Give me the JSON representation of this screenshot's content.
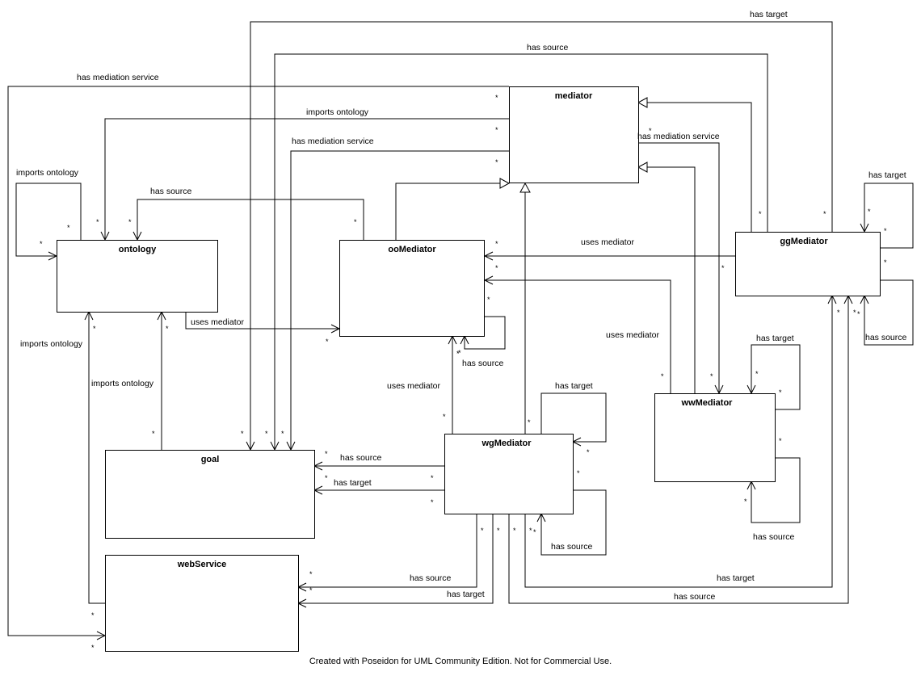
{
  "diagram": {
    "type": "UML class diagram",
    "colors": {
      "line": "#000000",
      "background": "#ffffff",
      "box_fill": "#ffffff"
    },
    "classes": {
      "mediator": "mediator",
      "ontology": "ontology",
      "ooMediator": "ooMediator",
      "ggMediator": "ggMediator",
      "wwMediator": "wwMediator",
      "wgMediator": "wgMediator",
      "goal": "goal",
      "webService": "webService"
    },
    "labels": {
      "gg_has_target_goal": "has target",
      "gg_has_source_goal": "has source",
      "mediator_has_mediation_service_ws": "has mediation service",
      "mediator_imports_ontology": "imports ontology",
      "mediator_has_mediation_service_goal": "has mediation service",
      "ontology_imports_ontology": "imports ontology",
      "oo_has_source": "has source",
      "mediator_has_mediation_service_ww": "has mediation service",
      "gg_has_target_self": "has target",
      "gg_uses_mediator": "uses mediator",
      "ontology_uses_mediator": "uses  mediator",
      "ws_imports_ontology": "imports ontology",
      "goal_imports_ontology": "imports ontology",
      "oo_self_has_source": "has source",
      "ww_uses_mediator": "uses mediator",
      "gg_has_source_self": "has source",
      "ww_has_target_self": "has target",
      "wg_uses_mediator": "uses mediator",
      "wg_has_target_self": "has target",
      "wg_has_source_goal": "has source",
      "wg_has_target_goal": "has target",
      "wg_has_source_self": "has source",
      "ww_has_source_self": "has source",
      "wg_has_source_ws": "has source",
      "wg_has_target_ws": "has target",
      "wg_has_target_gg": "has target",
      "wg_has_source_gg": "has source"
    },
    "multiplicity": "*",
    "footer": "Created with Poseidon for UML Community Edition. Not for Commercial Use."
  }
}
